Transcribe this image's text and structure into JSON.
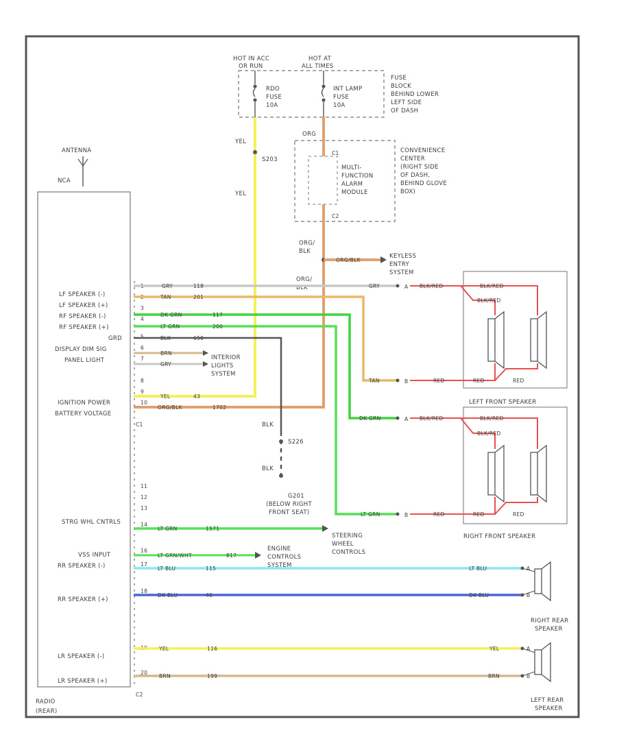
{
  "power": {
    "hot_run_label_1": "HOT IN ACC",
    "hot_run_label_2": "OR RUN",
    "hot_at_label_1": "HOT AT",
    "hot_at_label_2": "ALL TIMES",
    "fuse_radio_1": "RDO",
    "fuse_radio_2": "FUSE",
    "fuse_radio_3": "10A",
    "fuse_int_1": "INT LAMP",
    "fuse_int_2": "FUSE",
    "fuse_int_3": "10A",
    "fuse_block": [
      "FUSE",
      "BLOCK",
      "BEHIND LOWER",
      "LEFT SIDE",
      "OF DASH"
    ]
  },
  "wires": {
    "yel_top": "YEL",
    "s203": "S203",
    "yel_mid": "YEL",
    "org_top": "ORG",
    "org_blk_1a": "ORG/",
    "org_blk_1b": "BLK",
    "org_blk_2a": "ORG/",
    "org_blk_2b": "BLK",
    "org_blk_keyless": "ORG/BLK",
    "blk_1": "BLK",
    "s226": "S226",
    "blk_2": "BLK",
    "g201": [
      "G201",
      "(BELOW RIGHT",
      "FRONT SEAT)"
    ]
  },
  "convenience": {
    "c1": "C1",
    "c2": "C2",
    "module": [
      "MULTI-",
      "FUNCTION",
      "ALARM",
      "MODULE"
    ],
    "center": [
      "CONVENIENCE",
      "CENTER",
      "(RIGHT SIDE",
      "OF DASH,",
      "BEHIND GLOVE",
      "BOX)"
    ]
  },
  "keyless": [
    "KEYLESS",
    "ENTRY",
    "SYSTEM"
  ],
  "antenna": {
    "label": "ANTENNA",
    "ncs": "NCA"
  },
  "radio": {
    "name_1": "RADIO",
    "name_2": "(REAR)",
    "c1": "C1",
    "c2": "C2",
    "labels": [
      "LF SPEAKER (-)",
      "LF SPEAKER (+)",
      "RF SPEAKER (-)",
      "RF SPEAKER (+)",
      "GRD",
      "DISPLAY DIM SIG",
      "PANEL LIGHT",
      "IGNITION POWER",
      "BATTERY VOLTAGE",
      "STRG WHL CNTRLS",
      "VSS INPUT",
      "RR SPEAKER (-)",
      "RR SPEAKER (+)",
      "LR SPEAKER (-)",
      "LR SPEAKER (+)"
    ]
  },
  "pins": [
    "1",
    "2",
    "3",
    "4",
    "5",
    "6",
    "7",
    "8",
    "9",
    "10",
    "11",
    "12",
    "13",
    "14",
    "16",
    "17",
    "18",
    "19",
    "20"
  ],
  "circuits": {
    "c1_wire": "GRY",
    "c1_num": "118",
    "c2_wire": "TAN",
    "c2_num": "201",
    "c3_wire": "DK GRN",
    "c3_num": "117",
    "c4_wire": "LT GRN",
    "c4_num": "200",
    "c5_wire": "BLK",
    "c5_num": "650",
    "c6_wire": "BRN",
    "c6_num": "",
    "c7_wire": "GRY",
    "c7_num": "",
    "c9_wire": "YEL",
    "c9_num": "43",
    "c10_wire": "ORG/BLK",
    "c10_num": "1702",
    "c14_wire": "LT GRN",
    "c14_num": "1571",
    "c16_wire": "LT GRN/WHT",
    "c16_num": "817",
    "c17_wire": "LT BLU",
    "c17_num": "115",
    "c18_wire": "DK BLU",
    "c18_num": "46",
    "c19_wire": "YEL",
    "c19_num": "116",
    "c20_wire": "BRN",
    "c20_num": "199"
  },
  "interior": [
    "INTERIOR",
    "LIGHTS",
    "SYSTEM"
  ],
  "steering": [
    "STEERING",
    "WHEEL",
    "CONTROLS"
  ],
  "engine": [
    "ENGINE",
    "CONTROLS",
    "SYSTEM"
  ],
  "speakers": {
    "left_front": "LEFT FRONT SPEAKER",
    "right_front": "RIGHT FRONT SPEAKER",
    "right_rear_1": "RIGHT REAR",
    "right_rear_2": "SPEAKER",
    "left_rear_1": "LEFT REAR",
    "left_rear_2": "SPEAKER",
    "lf_gry": "GRY",
    "lf_tan": "TAN",
    "rf_dkgrn": "DK GRN",
    "rf_ltgrn": "LT GRN",
    "rr_ltblu": "LT BLU",
    "rr_dkblu": "DK BLU",
    "lr_yel": "YEL",
    "lr_brn": "BRN",
    "blk_red": "BLK/RED",
    "red": "RED",
    "num_a": "A",
    "num_b": "B"
  },
  "colors": {
    "gray": "#c8c8c8",
    "tan": "#e9b86a",
    "dk_grn": "#3fd43f",
    "lt_grn": "#55e055",
    "blk": "#555555",
    "brn": "#d6b98a",
    "yel": "#f5ef5a",
    "org_blk": "#e0a070",
    "lt_blu": "#88e8ee",
    "dk_blu": "#4a66d6",
    "red": "#e85050",
    "frame": "#555555"
  }
}
